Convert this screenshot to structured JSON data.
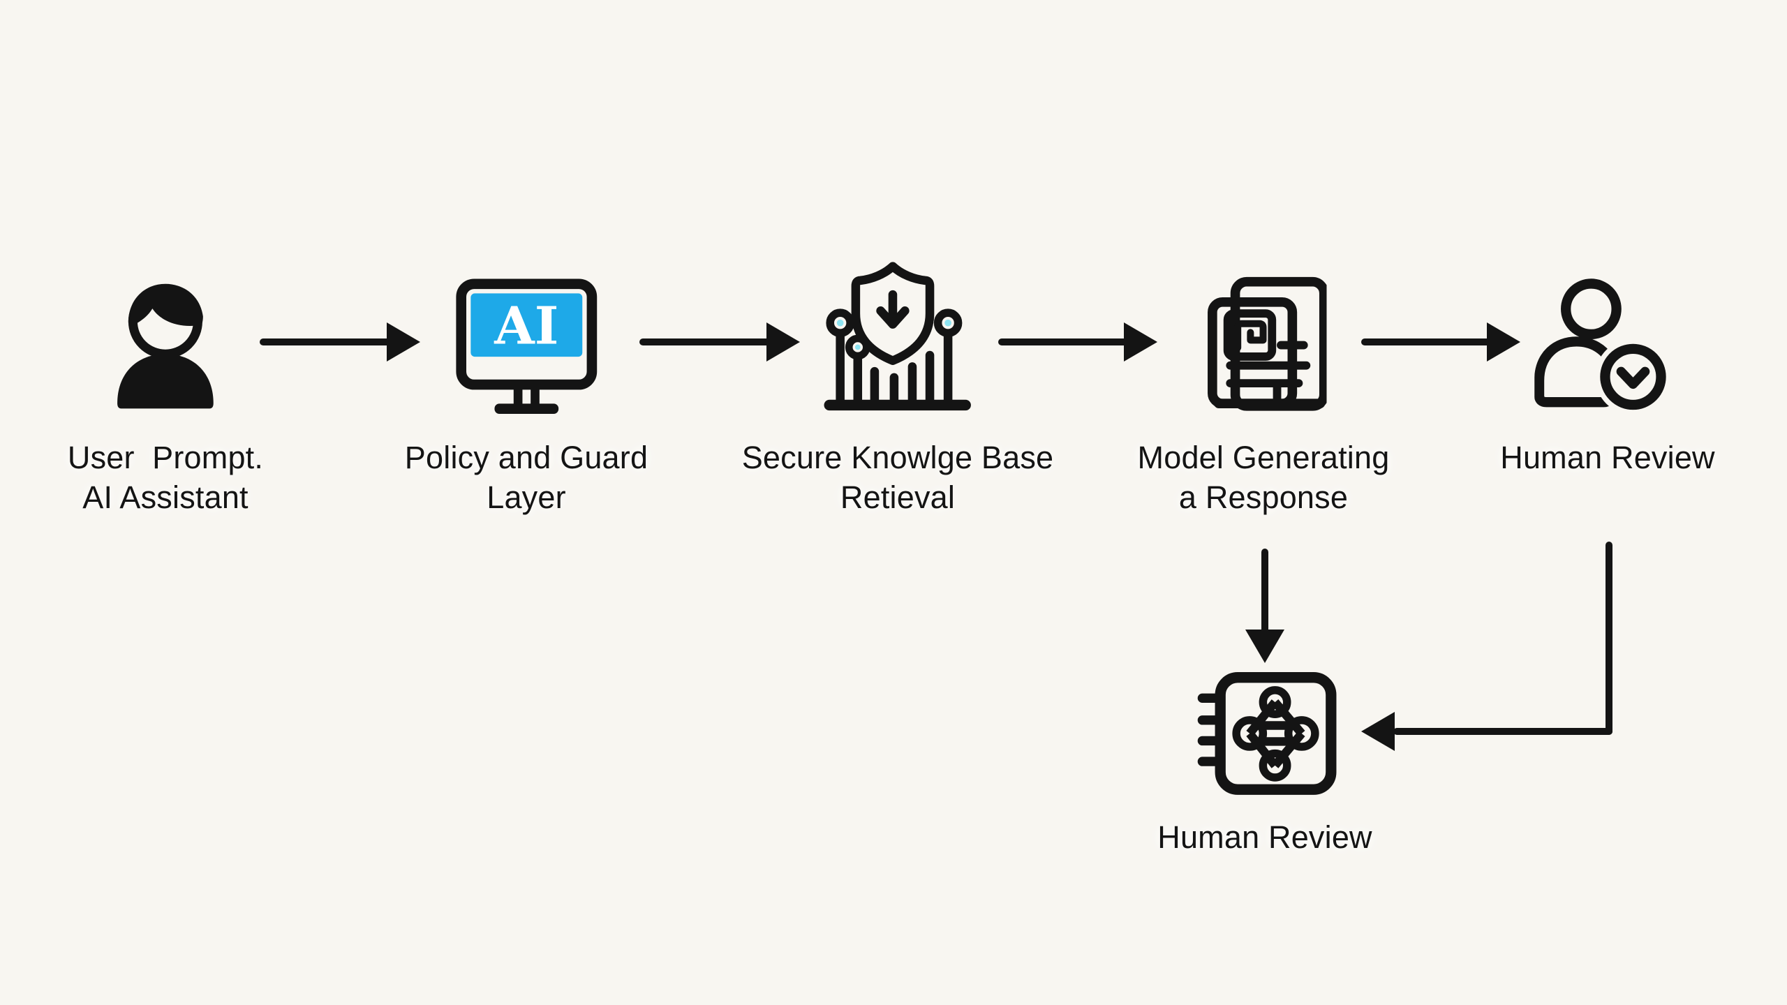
{
  "colors": {
    "background": "#f8f6f1",
    "ink": "#141414",
    "accent": "#1ea9e8",
    "accent_light": "#5bcdf8",
    "accent_deep": "#0f97dd"
  },
  "nodes": {
    "user": {
      "lines": [
        "User  Prompt.",
        "AI Assistant"
      ]
    },
    "policy": {
      "lines": [
        "Policy and Guard",
        "Layer"
      ]
    },
    "knowledge": {
      "lines": [
        "Secure Knowlge Base",
        "Retieval"
      ]
    },
    "model": {
      "lines": [
        "Model Generating",
        "a Response"
      ]
    },
    "review_top": {
      "lines": [
        "Human Review"
      ]
    },
    "review_bottom": {
      "lines": [
        "Human Review"
      ]
    }
  },
  "icons": {
    "monitor_screen_text": "AI"
  },
  "flow": [
    {
      "from": "User Prompt. AI Assistant",
      "to": "Policy and Guard Layer"
    },
    {
      "from": "Policy and Guard Layer",
      "to": "Secure Knowlge Base Retieval"
    },
    {
      "from": "Secure Knowlge Base Retieval",
      "to": "Model Generating a Response"
    },
    {
      "from": "Model Generating a Response",
      "to": "Human Review"
    },
    {
      "from": "Model Generating a Response",
      "to": "Human Review (chip)"
    },
    {
      "from": "Human Review",
      "to": "Human Review (chip)"
    }
  ]
}
